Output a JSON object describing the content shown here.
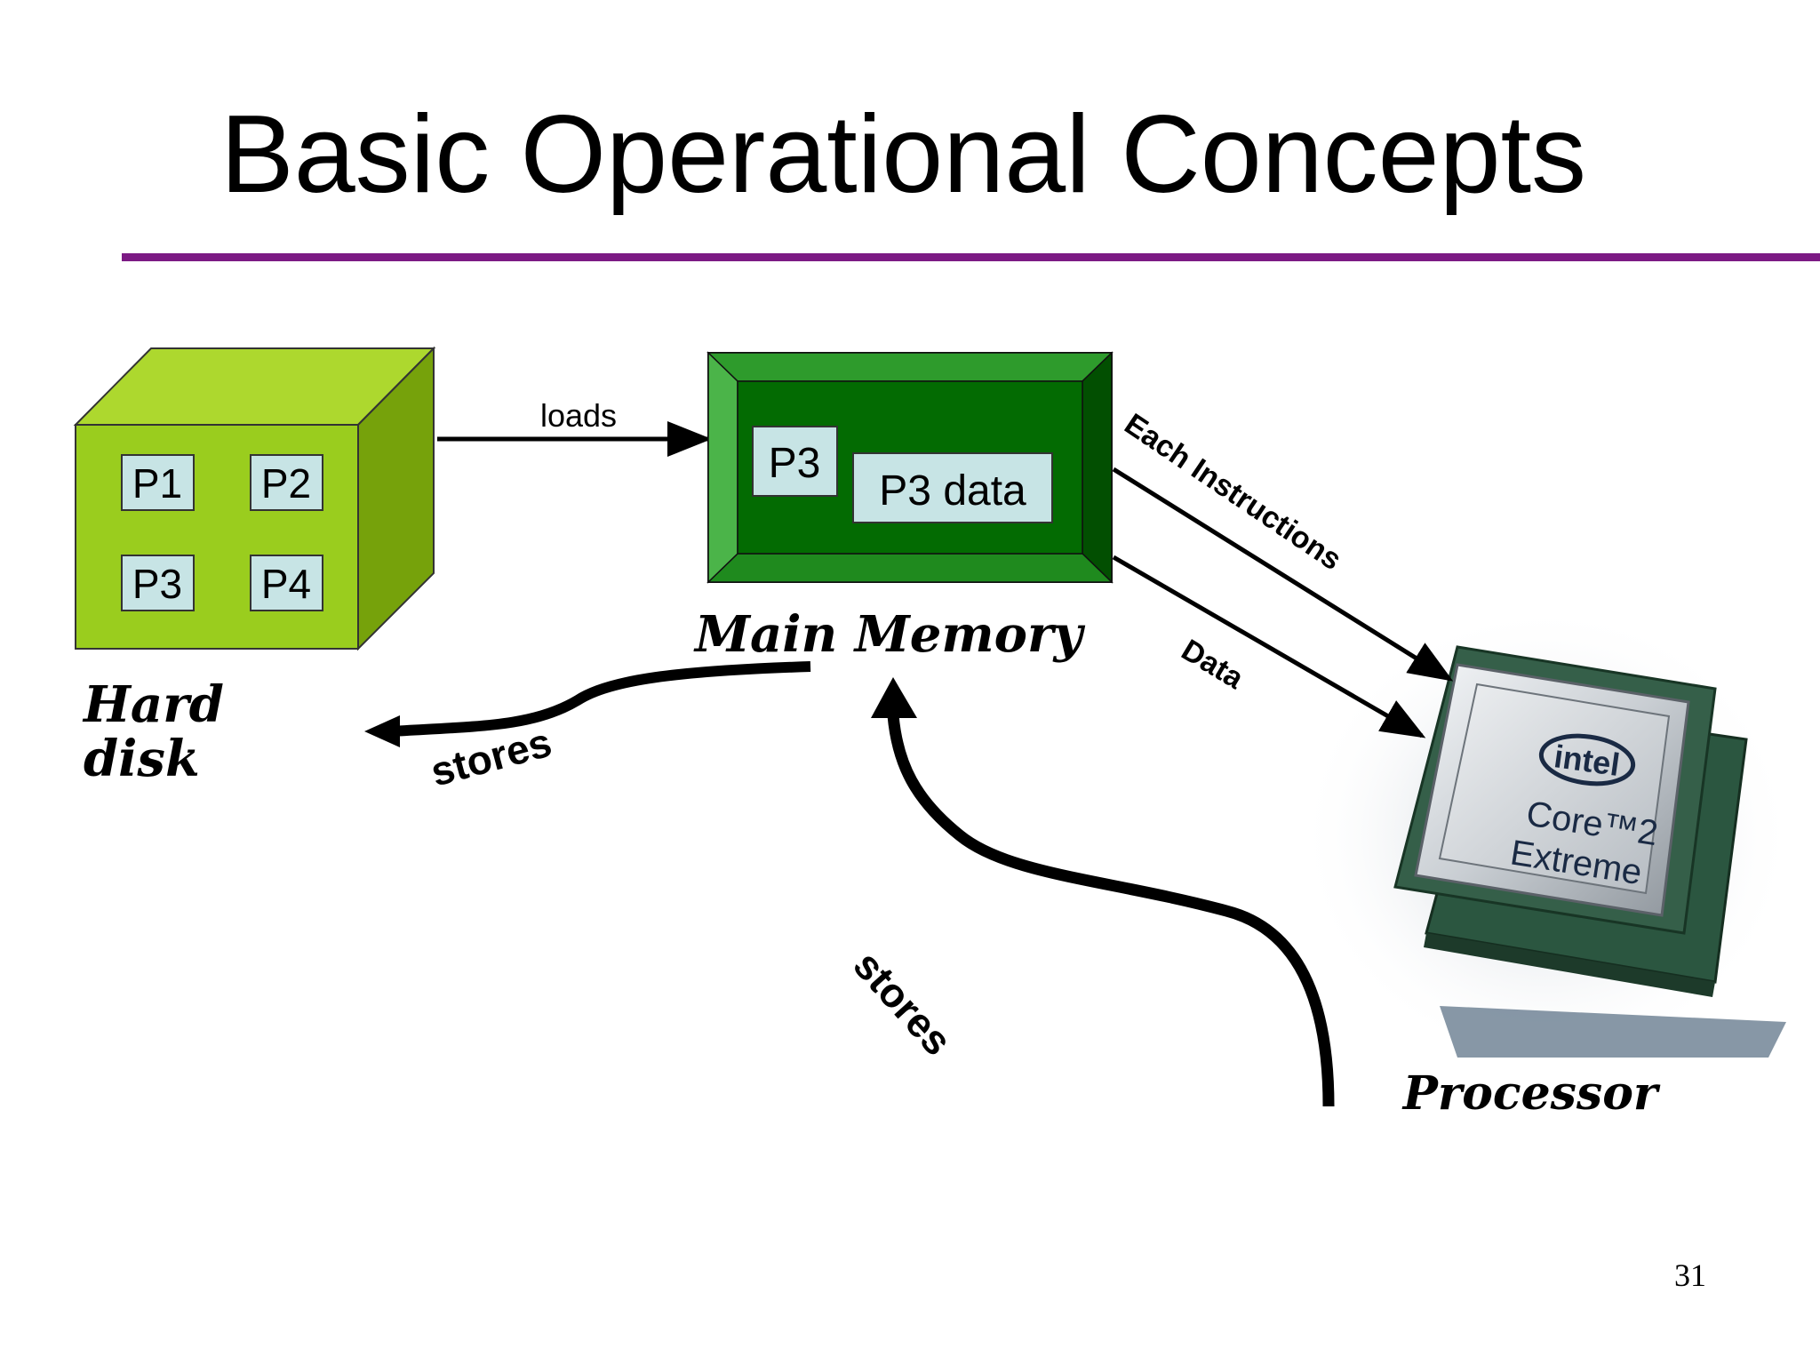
{
  "slide": {
    "title": "Basic Operational Concepts",
    "page_number": "31",
    "accent_color": "#7c1a84"
  },
  "hard_disk": {
    "label_line1": "Hard",
    "label_line2": "disk",
    "programs": [
      "P1",
      "P2",
      "P3",
      "P4"
    ],
    "colors": {
      "front": "#9acd1e",
      "top": "#add82e",
      "side": "#76a20b"
    }
  },
  "main_memory": {
    "label": "Main Memory",
    "program": "P3",
    "program_data": "P3 data",
    "colors": {
      "outer": "#33a532",
      "inner": "#036b02"
    }
  },
  "processor": {
    "label": "Processor",
    "chip_brand": "intel",
    "chip_line1": "Core™2",
    "chip_line2": "Extreme"
  },
  "arrows": {
    "loads": "loads",
    "each_instructions": "Each Instructions",
    "data": "Data",
    "stores_memory_to_disk": "stores",
    "stores_processor_to_memory": "stores"
  }
}
